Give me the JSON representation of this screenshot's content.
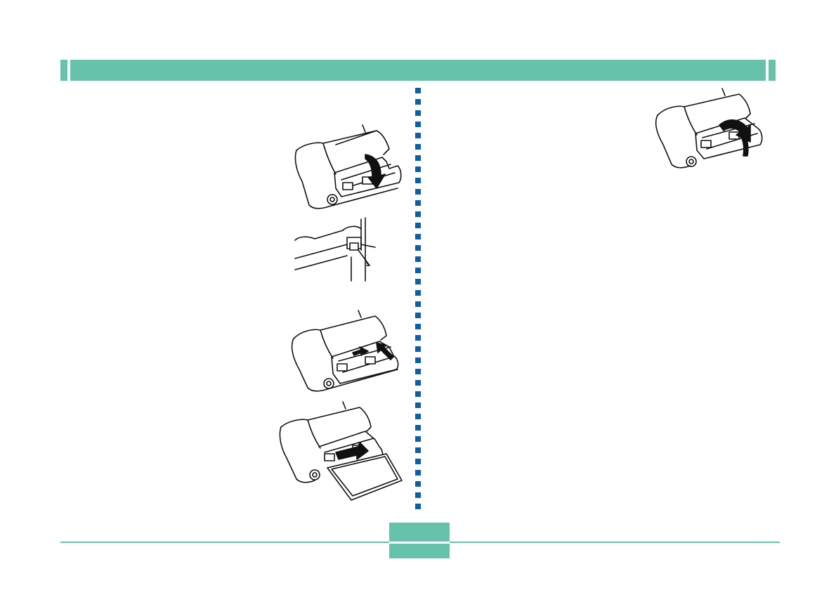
{
  "colors": {
    "accent": "#66c2aa",
    "divider": "#0a5fa8"
  },
  "header": {
    "title": ""
  },
  "footer": {
    "page_number": ""
  },
  "illustrations": [
    {
      "name": "open-cover-arrow-down",
      "icon": "camera-card-slot-illustration"
    },
    {
      "name": "eject-lever-closeup",
      "icon": "eject-lever-illustration"
    },
    {
      "name": "press-eject-arrow",
      "icon": "camera-card-slot-illustration"
    },
    {
      "name": "remove-card-arrow",
      "icon": "memory-card-illustration"
    },
    {
      "name": "close-cover-arrow-up",
      "icon": "camera-card-slot-illustration"
    }
  ]
}
